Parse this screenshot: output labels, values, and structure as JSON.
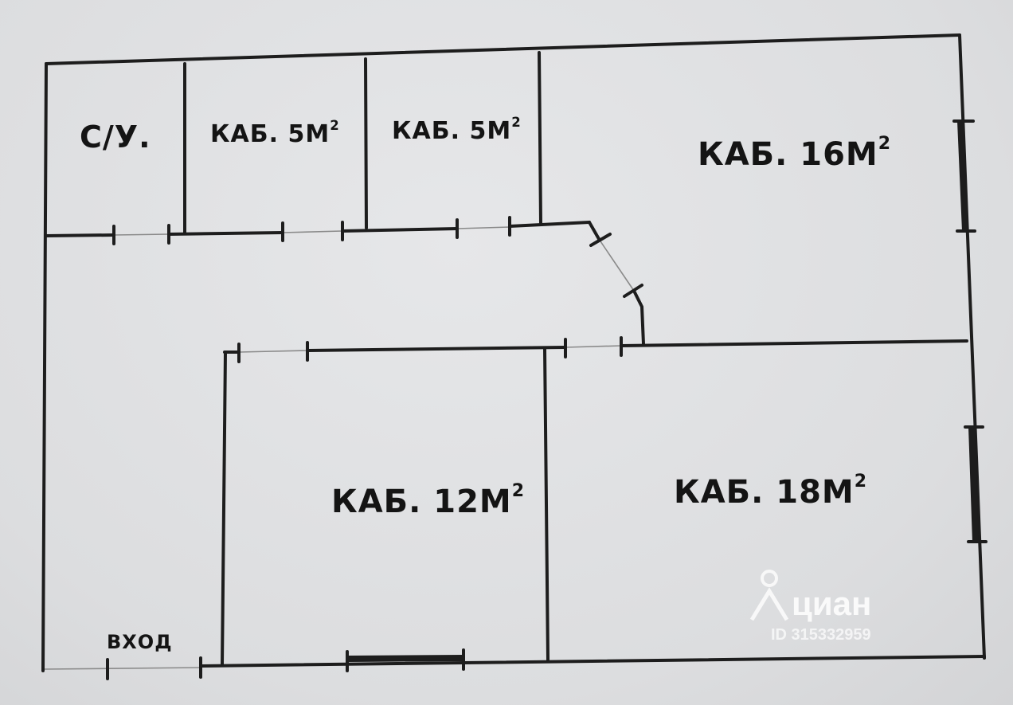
{
  "rooms": [
    {
      "id": "wc",
      "label": "С/У.",
      "sup": ""
    },
    {
      "id": "office-5a",
      "label": "КАБ. 5М",
      "sup": "2"
    },
    {
      "id": "office-5b",
      "label": "КАБ. 5М",
      "sup": "2"
    },
    {
      "id": "office-16",
      "label": "КАБ. 16М",
      "sup": "2"
    },
    {
      "id": "office-12",
      "label": "КАБ. 12М",
      "sup": "2"
    },
    {
      "id": "office-18",
      "label": "КАБ. 18М",
      "sup": "2"
    }
  ],
  "entrance": {
    "label": "ВХОД"
  },
  "watermark": {
    "brand": "циан",
    "id_text": "ID 315332959"
  }
}
